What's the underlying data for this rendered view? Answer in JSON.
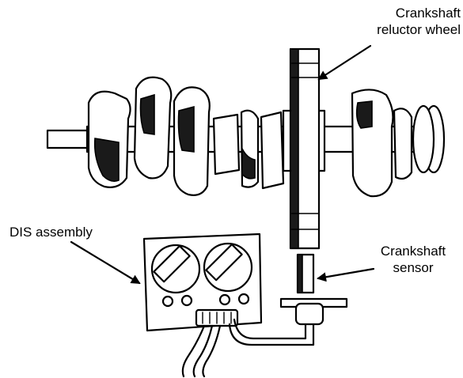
{
  "labels": {
    "reluctor_wheel": [
      "Crankshaft",
      "reluctor wheel"
    ],
    "dis_assembly": "DIS assembly",
    "crank_sensor": [
      "Crankshaft",
      "sensor"
    ]
  },
  "colors": {
    "ink": "#000000",
    "paper": "#ffffff",
    "shade": "#1a1a1a"
  }
}
